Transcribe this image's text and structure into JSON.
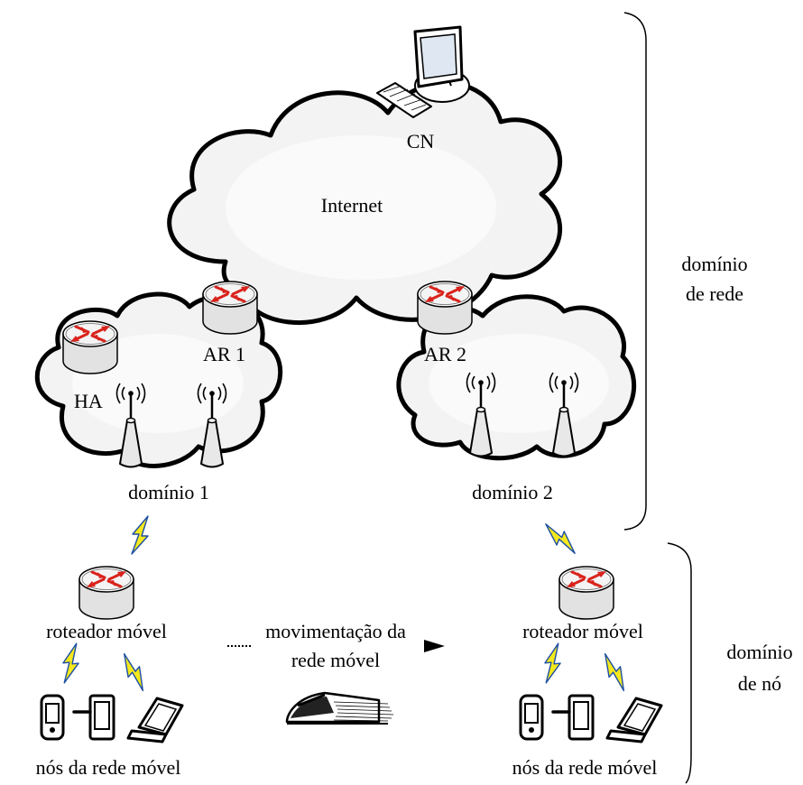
{
  "labels": {
    "cn": "CN",
    "internet": "Internet",
    "ar1": "AR 1",
    "ar2": "AR 2",
    "ha": "HA",
    "domain1": "domínio 1",
    "domain2": "domínio 2",
    "network_domain_line1": "domínio",
    "network_domain_line2": "de rede",
    "mobile_router_left": "roteador móvel",
    "mobile_router_right": "roteador móvel",
    "movement_line1": "movimentação da",
    "movement_line2": "rede móvel",
    "node_domain_line1": "domínio",
    "node_domain_line2": "de nó",
    "mobile_nodes_left": "nós da rede móvel",
    "mobile_nodes_right": "nós da rede móvel"
  },
  "colors": {
    "cloud_fill": "#f3f3f3",
    "router_body": "#e6e6e6",
    "router_arrows": "#d9231c",
    "wireless_bolt_fill": "#f5e81d",
    "wireless_bolt_stroke": "#1c4fa3"
  },
  "icons": [
    "computer-icon",
    "router-icon",
    "antenna-icon",
    "wireless-link-icon",
    "smartphone-icon",
    "pda-icon",
    "laptop-icon",
    "train-icon"
  ]
}
